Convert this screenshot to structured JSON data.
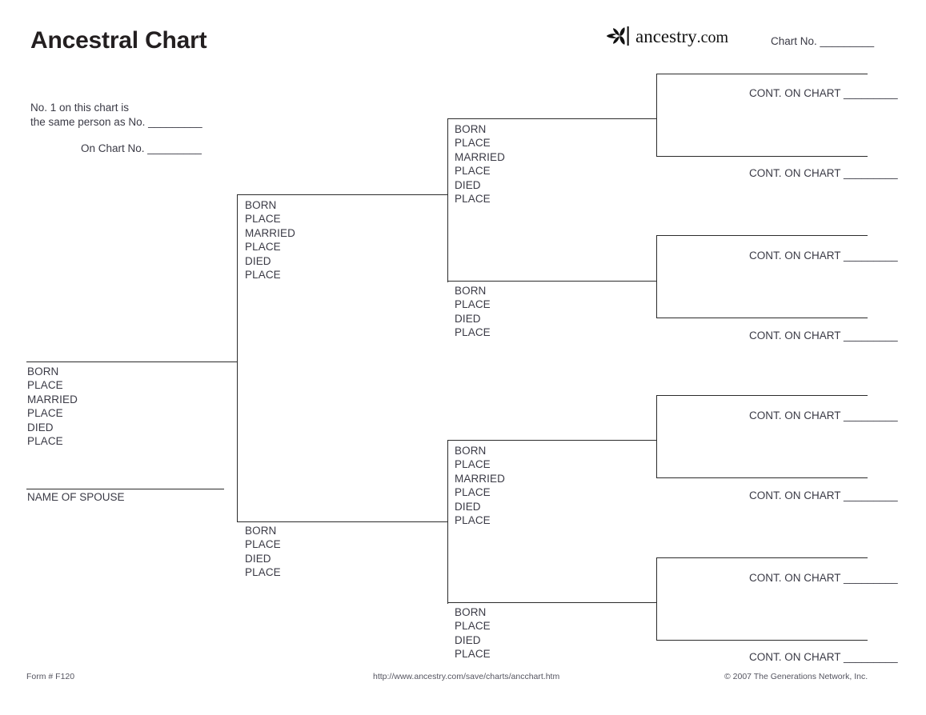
{
  "header": {
    "title": "Ancestral Chart",
    "logo_icon": "ancestry-leaf-icon",
    "logo_text": "ancestry",
    "logo_suffix": ".com",
    "chart_no_label": "Chart No. _________"
  },
  "note": {
    "line1": "No. 1 on this chart is",
    "line2": "the same person as No. _________",
    "line3": "On Chart No. _________"
  },
  "labels": {
    "born": "BORN",
    "place": "PLACE",
    "married": "MARRIED",
    "died": "DIED",
    "name_of_spouse": "NAME OF SPOUSE",
    "cont_on_chart": "CONT. ON CHART _________"
  },
  "chart_data": {
    "type": "diagram",
    "title": "Ancestral Chart",
    "generations": 4,
    "persons": [
      {
        "id": 1,
        "generation": 1,
        "role": "self",
        "fields": [
          "BORN",
          "PLACE",
          "MARRIED",
          "PLACE",
          "DIED",
          "PLACE"
        ],
        "has_spouse_line": true,
        "spouse_label": "NAME OF SPOUSE"
      },
      {
        "id": 2,
        "generation": 2,
        "role": "father",
        "fields": [
          "BORN",
          "PLACE",
          "MARRIED",
          "PLACE",
          "DIED",
          "PLACE"
        ],
        "has_spouse_line": false
      },
      {
        "id": 3,
        "generation": 2,
        "role": "mother",
        "fields": [
          "BORN",
          "PLACE",
          "DIED",
          "PLACE"
        ],
        "has_spouse_line": false
      },
      {
        "id": 4,
        "generation": 3,
        "role": "paternal-grandfather",
        "fields": [
          "BORN",
          "PLACE",
          "MARRIED",
          "PLACE",
          "DIED",
          "PLACE"
        ],
        "has_spouse_line": false
      },
      {
        "id": 5,
        "generation": 3,
        "role": "paternal-grandmother",
        "fields": [
          "BORN",
          "PLACE",
          "DIED",
          "PLACE"
        ],
        "has_spouse_line": false
      },
      {
        "id": 6,
        "generation": 3,
        "role": "maternal-grandfather",
        "fields": [
          "BORN",
          "PLACE",
          "MARRIED",
          "PLACE",
          "DIED",
          "PLACE"
        ],
        "has_spouse_line": false
      },
      {
        "id": 7,
        "generation": 3,
        "role": "maternal-grandmother",
        "fields": [
          "BORN",
          "PLACE",
          "DIED",
          "PLACE"
        ],
        "has_spouse_line": false
      },
      {
        "id": 8,
        "generation": 4,
        "role": "great-grandparent",
        "fields": [],
        "cont_on_chart": "CONT. ON CHART _________"
      },
      {
        "id": 9,
        "generation": 4,
        "role": "great-grandparent",
        "fields": [],
        "cont_on_chart": "CONT. ON CHART _________"
      },
      {
        "id": 10,
        "generation": 4,
        "role": "great-grandparent",
        "fields": [],
        "cont_on_chart": "CONT. ON CHART _________"
      },
      {
        "id": 11,
        "generation": 4,
        "role": "great-grandparent",
        "fields": [],
        "cont_on_chart": "CONT. ON CHART _________"
      },
      {
        "id": 12,
        "generation": 4,
        "role": "great-grandparent",
        "fields": [],
        "cont_on_chart": "CONT. ON CHART _________"
      },
      {
        "id": 13,
        "generation": 4,
        "role": "great-grandparent",
        "fields": [],
        "cont_on_chart": "CONT. ON CHART _________"
      },
      {
        "id": 14,
        "generation": 4,
        "role": "great-grandparent",
        "fields": [],
        "cont_on_chart": "CONT. ON CHART _________"
      },
      {
        "id": 15,
        "generation": 4,
        "role": "great-grandparent",
        "fields": [],
        "cont_on_chart": "CONT. ON CHART _________"
      }
    ]
  },
  "footer": {
    "form_number": "Form # F120",
    "url": "http://www.ancestry.com/save/charts/ancchart.htm",
    "copyright": "© 2007 The Generations Network, Inc."
  },
  "colors": {
    "ink": "#2b2b2b",
    "text": "#3a3a45",
    "footer": "#555560",
    "background": "#ffffff"
  }
}
